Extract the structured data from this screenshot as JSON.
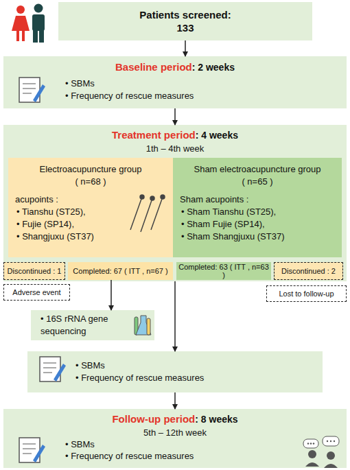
{
  "diagram": {
    "nodes": [
      {
        "text": [
          "Patients screened:",
          "133"
        ]
      },
      {
        "text": [
          "Baseline period",
          ": 2 weeks",
          "• SBMs",
          "• Frequency of rescue measures"
        ]
      },
      {
        "text": [
          "Treatment period",
          ": 4 weeks",
          "1th – 4th week"
        ]
      },
      {
        "text": [
          "Electroacupuncture group",
          "( n=68 )",
          "acupoints :",
          "• Tianshu (ST25),",
          "• Fujie (SP14),",
          "• Shangjuxu (ST37)"
        ],
        "in": 2
      },
      {
        "text": [
          "Sham electroacupuncture group",
          "( n=65 )",
          "Sham acupoints :",
          "• Sham Tianshu (ST25),",
          "• Sham Fujie (SP14),",
          "• Sham Shangjuxu (ST37)"
        ],
        "in": 2
      },
      {
        "text": [
          "Discontinued : 1"
        ],
        "in": 2
      },
      {
        "text": [
          "Completed: 67 ( ITT , n=67 )"
        ],
        "in": 2
      },
      {
        "text": [
          "Completed: 63 ( ITT , n=63 )"
        ],
        "in": 2
      },
      {
        "text": [
          "Discontinued : 2"
        ],
        "in": 2
      },
      {
        "text": [
          "Adverse event"
        ]
      },
      {
        "text": [
          "Lost to follow-up"
        ]
      },
      {
        "text": [
          "• 16S rRNA gene sequencing"
        ]
      },
      {
        "text": [
          "• SBMs",
          "• Frequency of rescue measures"
        ]
      },
      {
        "text": [
          "Follow-up period",
          ": 8 weeks",
          "5th – 12th week",
          "• SBMs",
          "• Frequency of rescue measures"
        ]
      }
    ],
    "edges": [
      {
        "from": 0,
        "to": 1,
        "arrow": "to"
      },
      {
        "from": 1,
        "to": 2,
        "arrow": "to"
      },
      {
        "from": 6,
        "to": 11,
        "arrow": "to"
      },
      {
        "from": 2,
        "to": 12,
        "arrow": "to"
      },
      {
        "from": 12,
        "to": 13,
        "arrow": "to"
      }
    ]
  }
}
